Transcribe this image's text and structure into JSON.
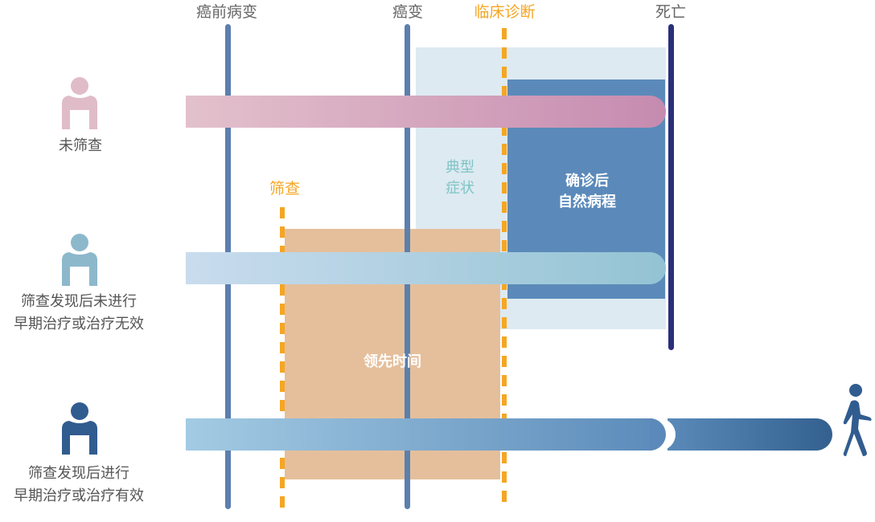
{
  "stages": {
    "precancer": "癌前病变",
    "cancer": "癌变",
    "clinical_diagnosis": "临床诊断",
    "death": "死亡",
    "screening": "筛查"
  },
  "regions": {
    "typical_symptoms_line1": "典型",
    "typical_symptoms_line2": "症状",
    "natural_course_line1": "确诊后",
    "natural_course_line2": "自然病程",
    "lead_time": "领先时间"
  },
  "groups": [
    {
      "label_line1": "未筛查",
      "label_line2": "",
      "color": "#e0bcc8",
      "icon": "person-icon"
    },
    {
      "label_line1": "筛查发现后未进行",
      "label_line2": "早期治疗或治疗无效",
      "color": "#8db8cc",
      "icon": "person-icon"
    },
    {
      "label_line1": "筛查发现后进行",
      "label_line2": "早期治疗或治疗有效",
      "color": "#315c8f",
      "icon": "person-icon"
    }
  ],
  "colors": {
    "stage_line": "#5b7fae",
    "death_line": "#2a2f7a",
    "dashed_line": "#f5a623",
    "symptom_region": "#ddeaf2",
    "natural_course_box": "#5b8aba",
    "lead_time_box": "#e5bf9b",
    "symptoms_text": "#7ec4c4"
  },
  "end_icon": "walking-person-icon"
}
